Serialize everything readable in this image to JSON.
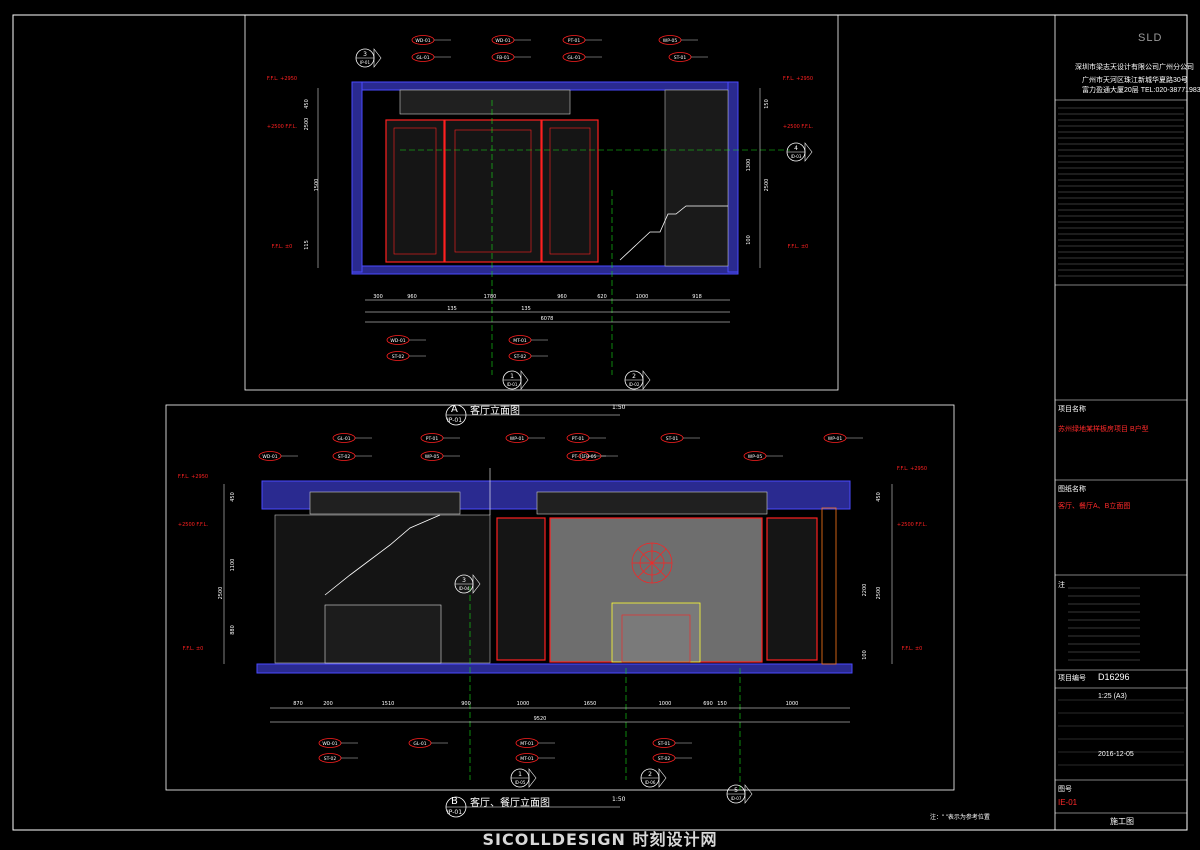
{
  "title_block": {
    "logo": "SLD",
    "company_lines": [
      "深圳市梁志天设计有限公司广州分公司",
      "广州市天河区珠江新城华夏路30号",
      "富力盈通大厦20层 TEL:020-38771983"
    ],
    "project_label": "项目名称",
    "project_name": "苏州绿地某样板房项目 B户型",
    "drawing_label": "图纸名称",
    "drawing_name": "客厅、餐厅A、B立面图",
    "notes_label": "注",
    "drawing_no_label": "项目编号",
    "drawing_no": "D16296",
    "scale": "1:25 (A3)",
    "date": "2016-12-05",
    "sheet_label": "图号",
    "sheet_no": "IE-01",
    "stage": "施工图"
  },
  "elevations": [
    {
      "letter": "A",
      "ref": "IP-01",
      "title": "客厅立面图",
      "scale": "1:50"
    },
    {
      "letter": "B",
      "ref": "IP-01",
      "title": "客厅、餐厅立面图",
      "scale": "1:50"
    }
  ],
  "dims": {
    "upper_bottom": [
      "300",
      "960",
      "1780",
      "960",
      "620",
      "1000",
      "918"
    ],
    "upper_sub": [
      "135",
      "135"
    ],
    "upper_total": "6078",
    "upper_left": [
      "450",
      "2500",
      "1500",
      "115"
    ],
    "upper_right": [
      "150",
      "1300",
      "2500",
      "100"
    ],
    "lower_bottom": [
      "870",
      "200",
      "1510",
      "900",
      "1000",
      "1650",
      "1000",
      "690",
      "150",
      "1000"
    ],
    "lower_total": "9520",
    "lower_left": [
      "450",
      "1100",
      "2500",
      "880"
    ],
    "lower_right": [
      "450",
      "2500",
      "2200",
      "100"
    ],
    "levels_left": [
      "F.F.L. +2950",
      "+2500 F.F.L.",
      "F.F.L. ±0"
    ],
    "levels_right": [
      "F.F.L. +2950",
      "+2500 F.F.L.",
      "F.F.L. ±0"
    ]
  },
  "tags_upper": [
    "WD-01",
    "GL-01",
    "WD-01",
    "FB-01",
    "PT-01",
    "GL-01",
    "WP-05",
    "ST-01",
    "WD-01",
    "MT-01",
    "ST-02",
    "ST-02"
  ],
  "tags_lower": [
    "GL-01",
    "PT-01",
    "WP-01",
    "PT-01",
    "ST-01",
    "WP-01",
    "ST-02",
    "WP-05",
    "PT-01",
    "FB-05",
    "WD-01",
    "WP-05",
    "WD-01",
    "GL-01",
    "MT-01",
    "ST-01",
    "MT-01",
    "ST-02",
    "ST-02"
  ],
  "sections": [
    {
      "num": "3",
      "sheet": "IP-01"
    },
    {
      "num": "1",
      "sheet": "ID-01"
    },
    {
      "num": "2",
      "sheet": "ID-02"
    },
    {
      "num": "4",
      "sheet": "ID-03"
    },
    {
      "num": "3",
      "sheet": "ID-04"
    },
    {
      "num": "1",
      "sheet": "ID-05"
    },
    {
      "num": "2",
      "sheet": "ID-06"
    },
    {
      "num": "5",
      "sheet": "ID-07"
    }
  ],
  "note_footer": "注：\"  \"表示为参考位置",
  "watermark": "SICOLLDESIGN 时刻设计网",
  "colors": {
    "frame": "#ffffff",
    "wall": "#3a3aff",
    "red": "#ff2020",
    "green": "#18e018",
    "yellow": "#ffff33",
    "cyan": "#33ffff",
    "magenta": "#ff33ff",
    "grey": "#7f7f7f"
  }
}
